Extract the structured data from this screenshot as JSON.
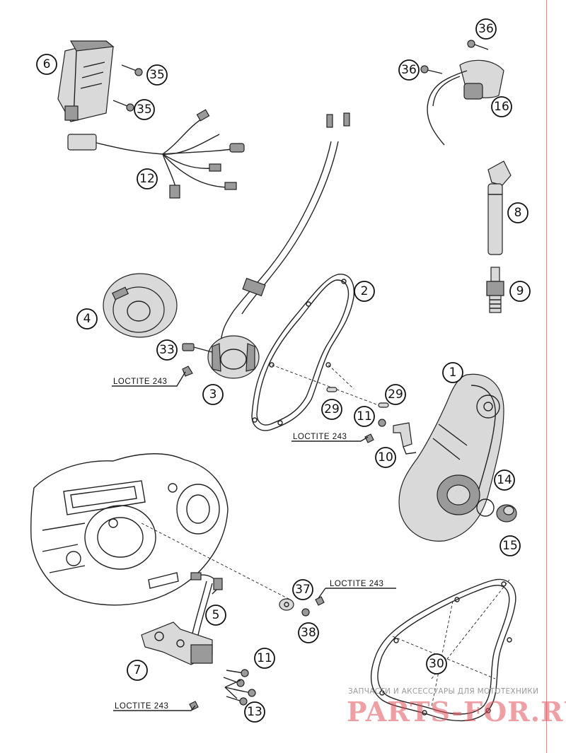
{
  "diagram": {
    "callouts": [
      {
        "id": "c1",
        "label": "1"
      },
      {
        "id": "c2",
        "label": "2"
      },
      {
        "id": "c3",
        "label": "3"
      },
      {
        "id": "c4",
        "label": "4"
      },
      {
        "id": "c5",
        "label": "5"
      },
      {
        "id": "c6",
        "label": "6"
      },
      {
        "id": "c7",
        "label": "7"
      },
      {
        "id": "c8",
        "label": "8"
      },
      {
        "id": "c9",
        "label": "9"
      },
      {
        "id": "c10",
        "label": "10"
      },
      {
        "id": "c11a",
        "label": "11"
      },
      {
        "id": "c11b",
        "label": "11"
      },
      {
        "id": "c12",
        "label": "12"
      },
      {
        "id": "c13",
        "label": "13"
      },
      {
        "id": "c14",
        "label": "14"
      },
      {
        "id": "c15",
        "label": "15"
      },
      {
        "id": "c16",
        "label": "16"
      },
      {
        "id": "c29a",
        "label": "29"
      },
      {
        "id": "c29b",
        "label": "29"
      },
      {
        "id": "c30",
        "label": "30"
      },
      {
        "id": "c33",
        "label": "33"
      },
      {
        "id": "c35a",
        "label": "35"
      },
      {
        "id": "c35b",
        "label": "35"
      },
      {
        "id": "c36a",
        "label": "36"
      },
      {
        "id": "c36b",
        "label": "36"
      },
      {
        "id": "c37",
        "label": "37"
      },
      {
        "id": "c38",
        "label": "38"
      }
    ],
    "loctite_labels": [
      "LOCTITE 243",
      "LOCTITE 243",
      "LOCTITE 243",
      "LOCTITE 243"
    ]
  },
  "watermark": {
    "caption": "ЗАПЧАСТИ И АКСЕССУАРЫ ДЛЯ МОТОТЕХНИКИ",
    "logo": "PARTS-FOR.RU"
  }
}
